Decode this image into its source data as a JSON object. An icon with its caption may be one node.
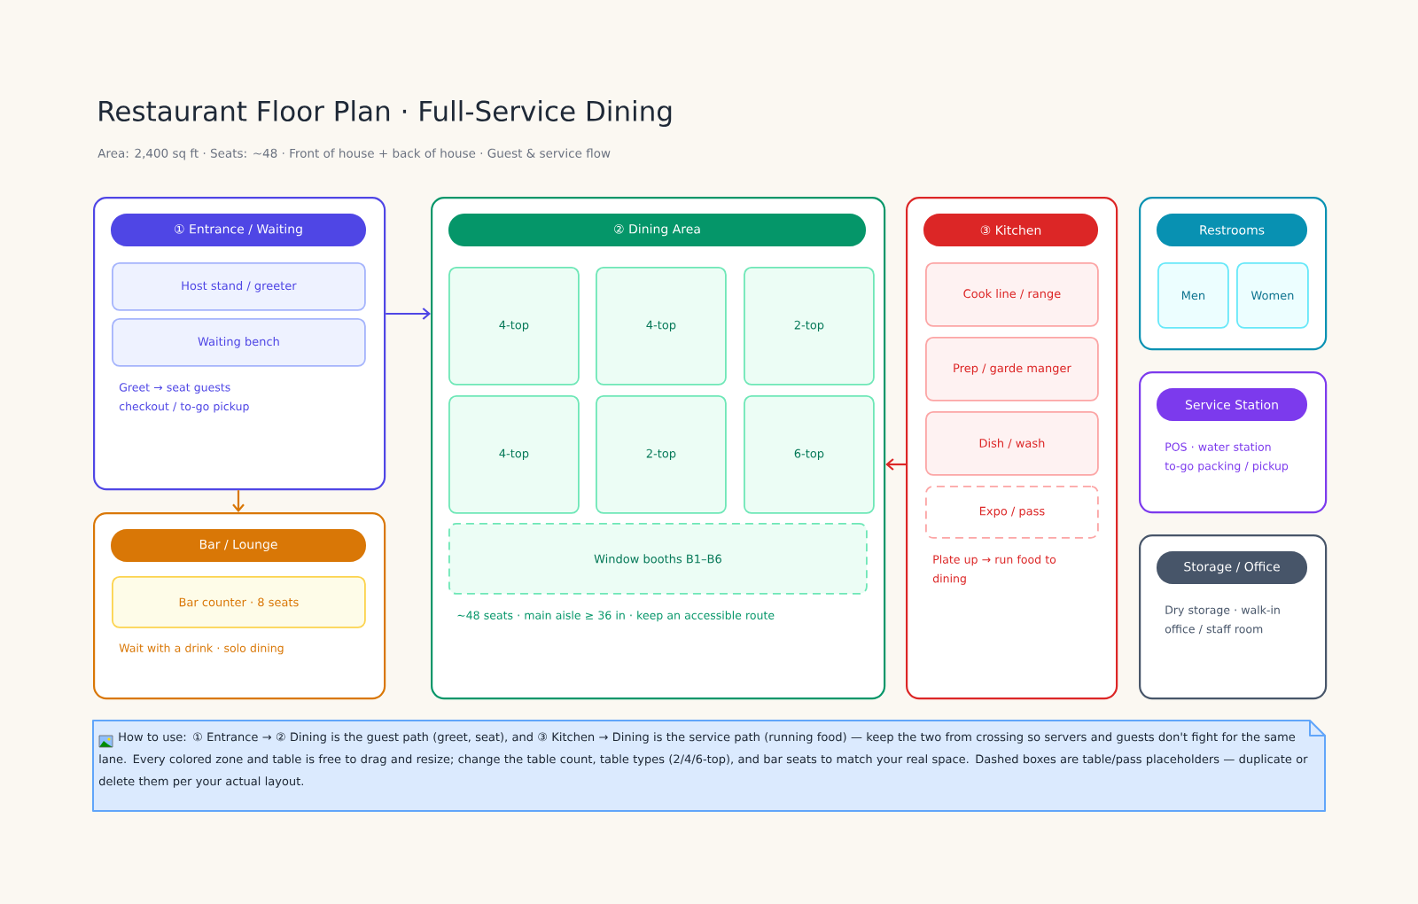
{
  "diagram": {
    "title": "Restaurant Floor Plan · Full-Service Dining",
    "nodes": [
      {
        "text": [
          "① Entrance / Waiting",
          "Greet → seat guests checkout / to-go pickup"
        ]
      },
      {
        "text": [
          "Host stand / greeter"
        ],
        "in": 0
      },
      {
        "text": [
          "Waiting bench"
        ],
        "in": 0
      },
      {
        "text": [
          "Bar / Lounge",
          "Wait with a drink · solo dining"
        ]
      },
      {
        "text": [
          "Bar counter · 8 seats"
        ],
        "in": 3
      },
      {
        "text": [
          "② Dining Area",
          "~48 seats · main aisle ≥ 36 in · keep an accessible route"
        ]
      },
      {
        "text": [
          "4-top"
        ],
        "in": 5
      },
      {
        "text": [
          "4-top"
        ],
        "in": 5
      },
      {
        "text": [
          "2-top"
        ],
        "in": 5
      },
      {
        "text": [
          "4-top"
        ],
        "in": 5
      },
      {
        "text": [
          "2-top"
        ],
        "in": 5
      },
      {
        "text": [
          "6-top"
        ],
        "in": 5
      },
      {
        "text": [
          "Window booths B1–B6"
        ],
        "in": 5
      },
      {
        "text": [
          "③ Kitchen",
          "Plate up → run food to dining"
        ]
      },
      {
        "text": [
          "Cook line / range"
        ],
        "in": 13
      },
      {
        "text": [
          "Prep / garde manger"
        ],
        "in": 13
      },
      {
        "text": [
          "Dish / wash"
        ],
        "in": 13
      },
      {
        "text": [
          "Expo / pass"
        ],
        "in": 13
      },
      {
        "text": [
          "Restrooms"
        ]
      },
      {
        "text": [
          "Men"
        ],
        "in": 18
      },
      {
        "text": [
          "Women"
        ],
        "in": 18
      },
      {
        "text": [
          "Service Station",
          "POS · water station to-go packing / pickup"
        ]
      },
      {
        "text": [
          "Storage / Office",
          "Dry storage · walk-in office / staff room"
        ]
      },
      {
        "text": [
          "How to use: ① Entrance → ② Dining is the guest path (greet, seat), and ③ Kitchen → Dining is the service path (running food) — keep the two from crossing so servers and guests don't fight for the same lane. Every colored zone and table is free to drag and resize; change the table count, table types (2/4/6-top), and bar seats to match your real space. Dashed boxes are table/pass placeholders — duplicate or delete them per your actual layout."
        ]
      }
    ],
    "edges": [
      {
        "from": 0,
        "to": 5,
        "arrow": "to",
        "color": "#4f46e5"
      },
      {
        "from": 0,
        "to": 3,
        "arrow": "to",
        "color": "#d97706"
      },
      {
        "from": 13,
        "to": 5,
        "arrow": "to",
        "color": "#dc2626"
      }
    ],
    "labels": [
      "Area: 2,400 sq ft · Seats: ~48 · Front of house + back of house · Guest & service flow"
    ]
  }
}
